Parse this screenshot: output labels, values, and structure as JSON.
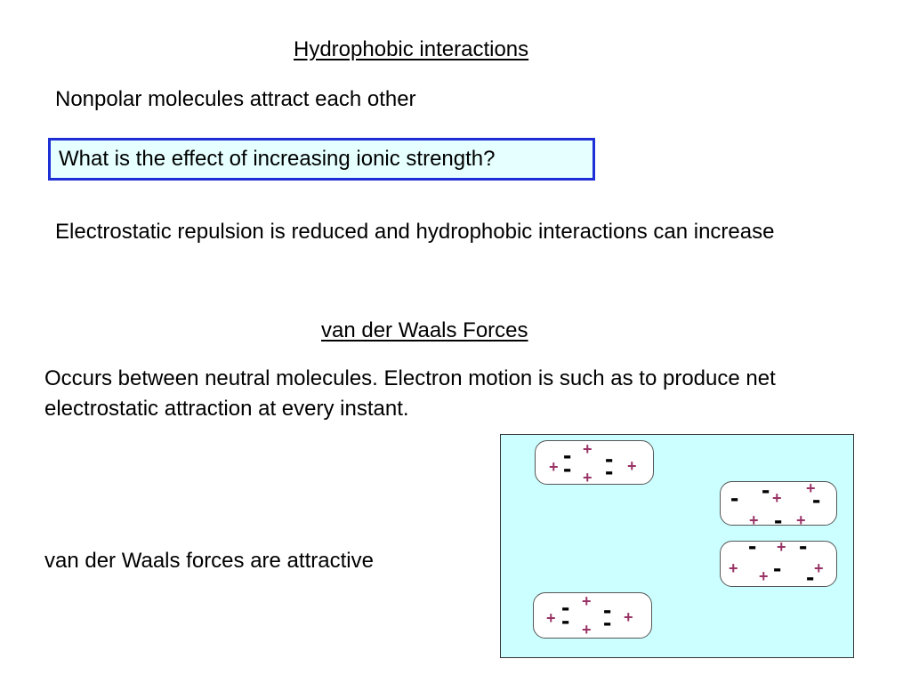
{
  "slide": {
    "heading_hydrophobic": "Hydrophobic interactions",
    "nonpolar_text": "Nonpolar molecules attract each other",
    "question": "What is the effect of increasing ionic strength?",
    "answer": "Electrostatic repulsion is reduced and hydrophobic interactions can increase",
    "heading_vdw": "van der Waals Forces",
    "vdw_description": "Occurs between neutral molecules.  Electron motion is such as to produce net electrostatic attraction at every instant.",
    "vdw_conclusion": "van der Waals forces are attractive"
  },
  "symbols": {
    "plus": "+",
    "minus": "-"
  },
  "colors": {
    "question_border": "#1f2fd6",
    "question_background": "#e6ffff",
    "panel_background": "#ccffff",
    "plus_charge": "#993366",
    "minus_charge": "#000000"
  }
}
